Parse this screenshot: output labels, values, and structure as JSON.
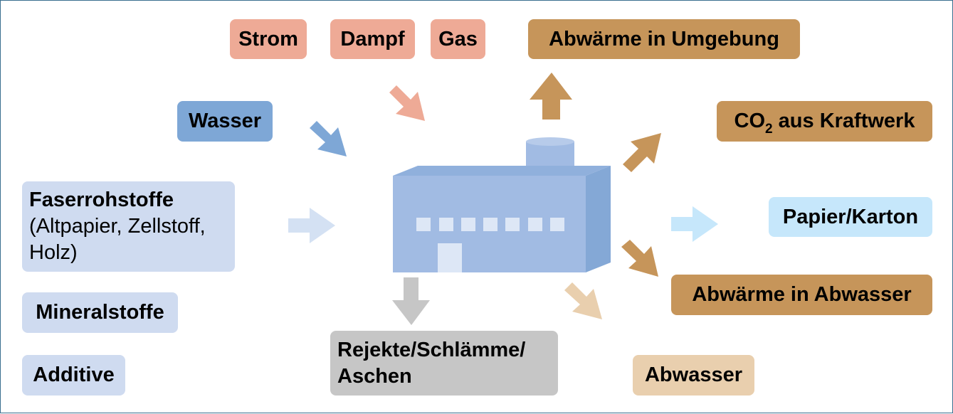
{
  "diagram": {
    "inputs_top": {
      "strom": "Strom",
      "dampf": "Dampf",
      "gas": "Gas"
    },
    "wasser": "Wasser",
    "faserrohstoffe": {
      "line1": "Faserrohstoffe",
      "line2": "(Altpapier, Zellstoff,",
      "line3": "Holz)"
    },
    "mineralstoffe": "Mineralstoffe",
    "additive": "Additive",
    "outputs": {
      "abwaerme_umgebung": "Abwärme in Umgebung",
      "co2_prefix": "CO",
      "co2_sub": "2",
      "co2_suffix": " aus Kraftwerk",
      "papier_karton": "Papier/Karton",
      "abwaerme_abwasser": "Abwärme in Abwasser",
      "abwasser": "Abwasser",
      "rejekte_line1": "Rejekte/Schlämme/",
      "rejekte_line2": "Aschen"
    },
    "colors": {
      "energy": "#eeaa96",
      "heat_output": "#c6955a",
      "water": "#7ea7d6",
      "raw_material": "#cfdbf0",
      "product": "#c6e7fb",
      "waste_water": "#e9cfae",
      "reject": "#c6c6c6",
      "factory_front": "#a1bbe3",
      "factory_side": "#84a8d6"
    }
  }
}
